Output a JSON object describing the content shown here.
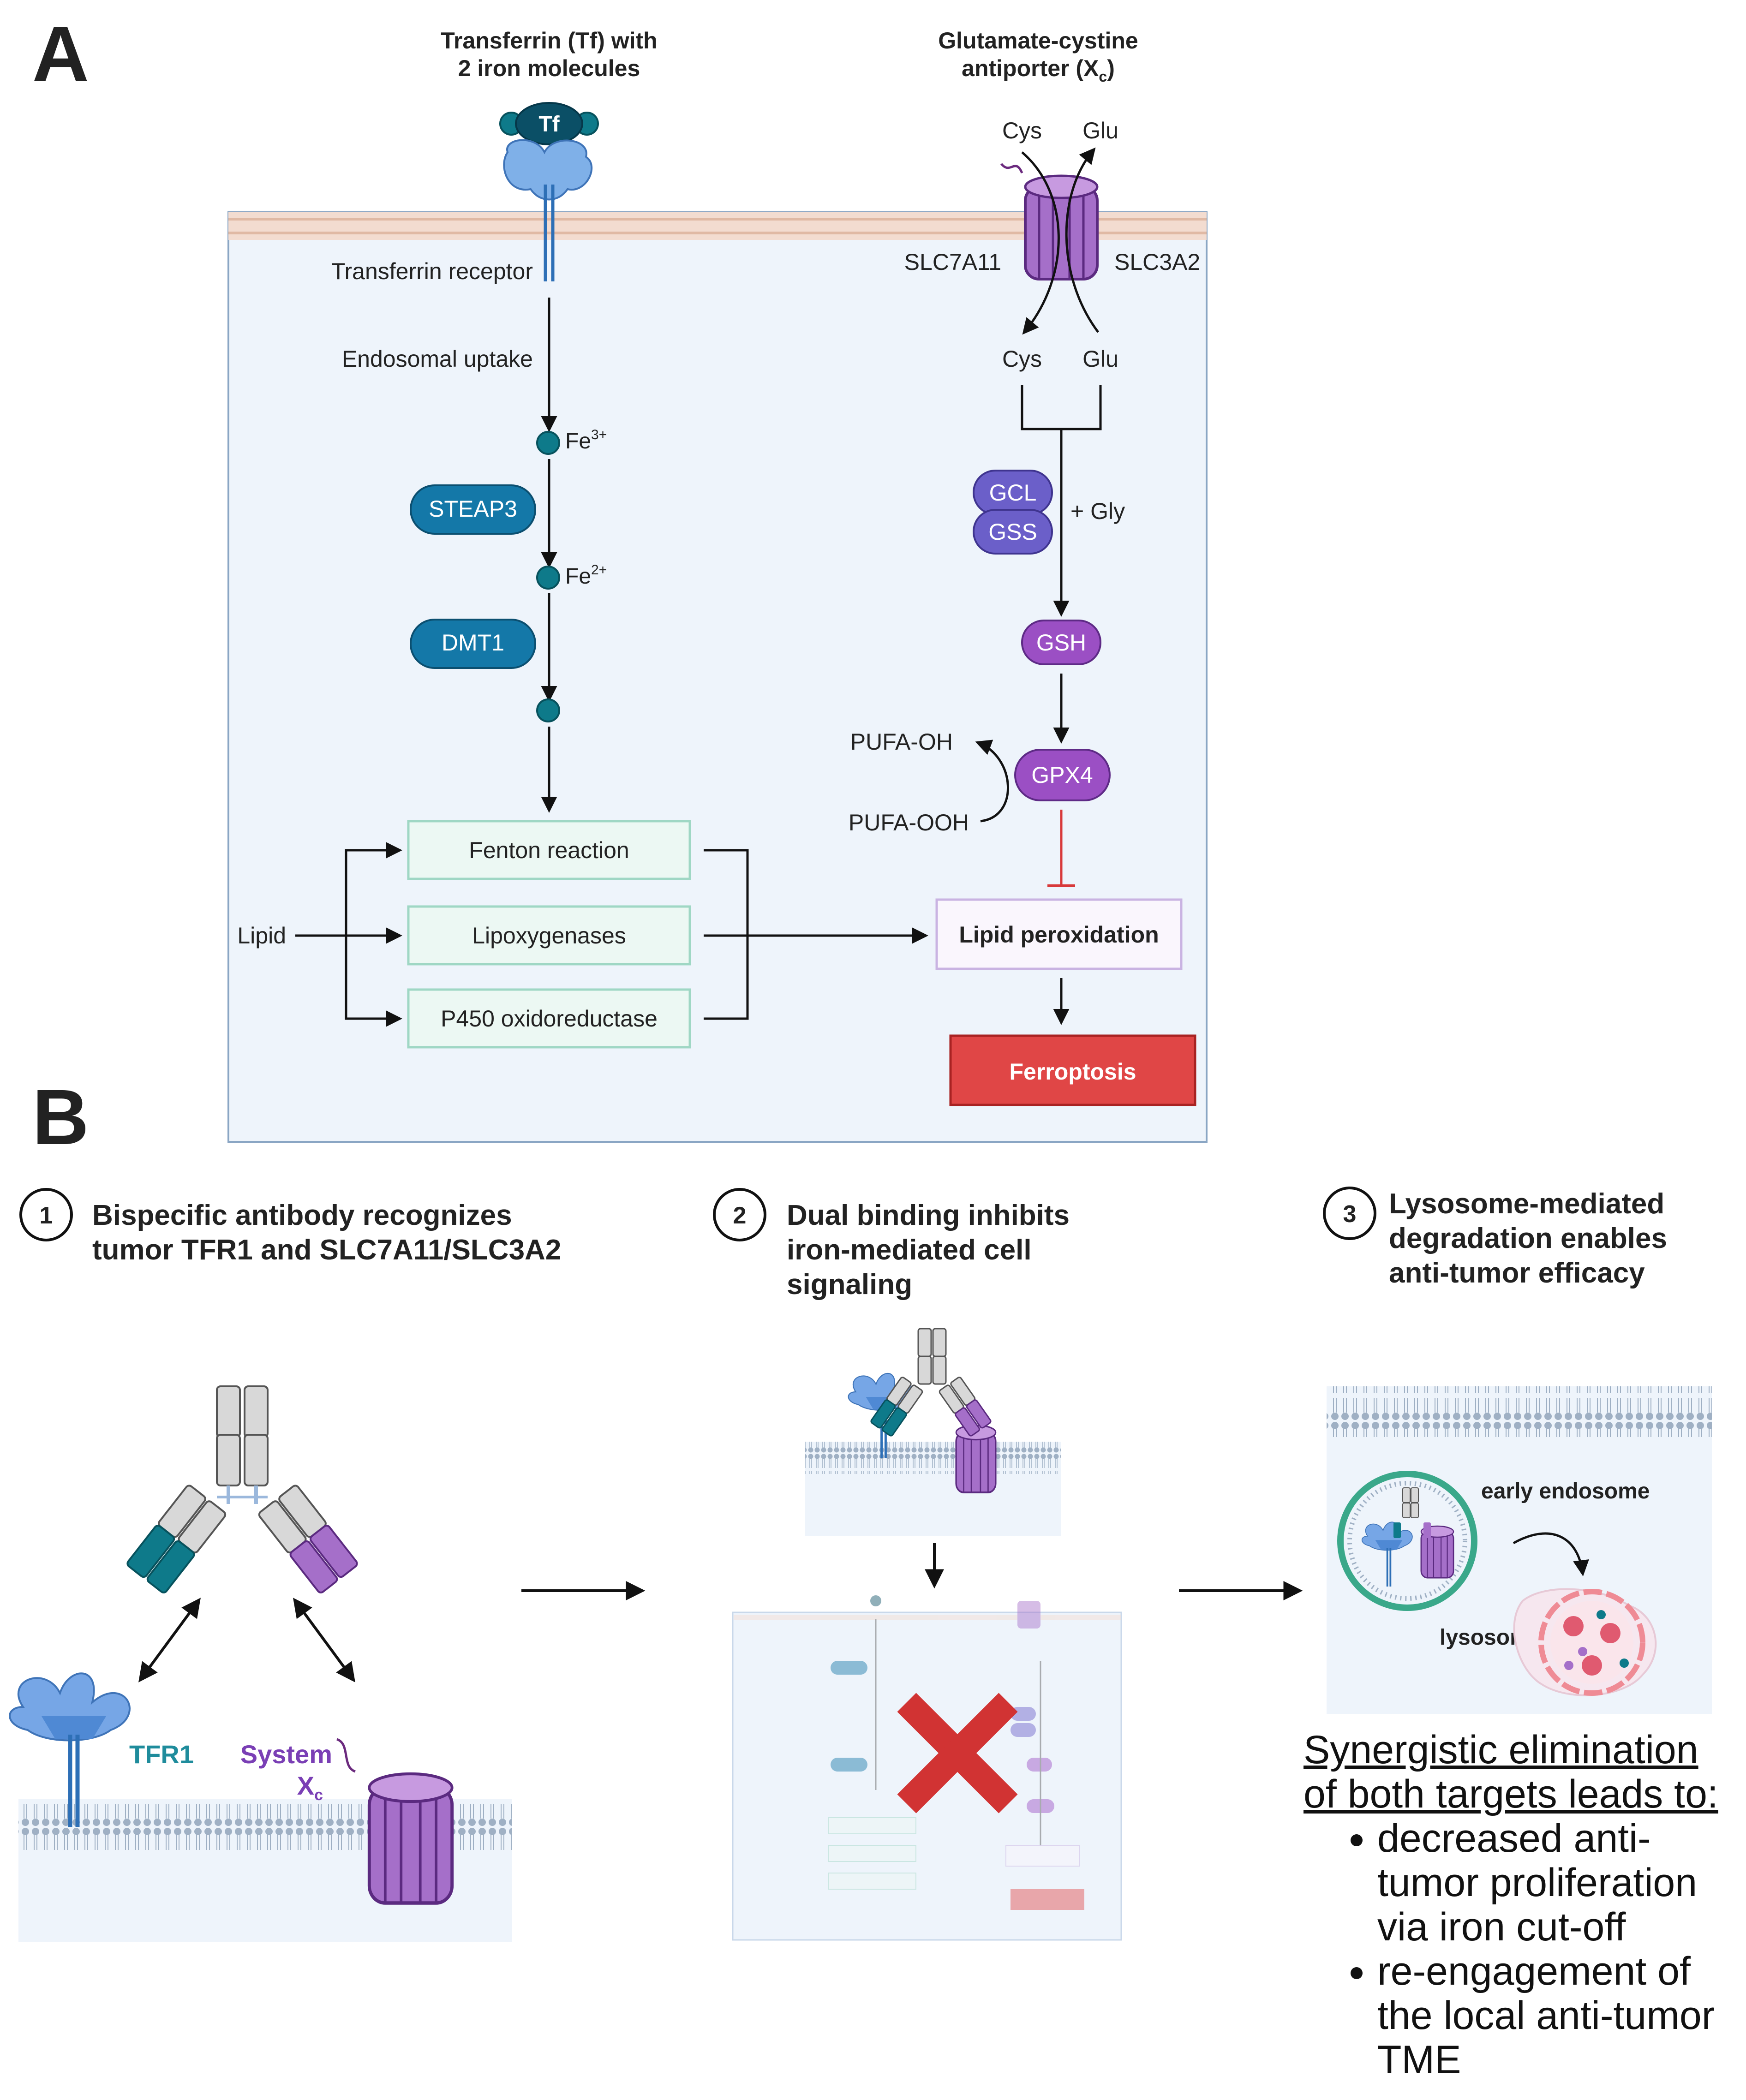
{
  "panelA": {
    "label": "A",
    "tf_title": "Transferrin (Tf) with\n2 iron molecules",
    "tf_badge": "Tf",
    "xc_title_1": "Glutamate-cystine",
    "xc_title_2": "antiporter (X",
    "xc_title_sub": "c",
    "xc_title_3": ")",
    "cys_out": "Cys",
    "glu_out": "Glu",
    "cys_in": "Cys",
    "glu_in": "Glu",
    "slc7a11": "SLC7A11",
    "slc3a2": "SLC3A2",
    "tfr_label": "Transferrin receptor",
    "endosomal": "Endosomal uptake",
    "fe3": "Fe",
    "fe3_sup": "3+",
    "fe2": "Fe",
    "fe2_sup": "2+",
    "steap3": "STEAP3",
    "dmt1": "DMT1",
    "gcl": "GCL",
    "gss": "GSS",
    "gly": "+ Gly",
    "gsh": "GSH",
    "gpx4": "GPX4",
    "pufa_oh": "PUFA-OH",
    "pufa_ooh": "PUFA-OOH",
    "fenton": "Fenton reaction",
    "lipox": "Lipoxygenases",
    "p450": "P450 oxidoreductase",
    "lipid": "Lipid",
    "lipid_perox": "Lipid peroxidation",
    "ferroptosis": "Ferroptosis"
  },
  "panelB": {
    "label": "B",
    "step1_num": "1",
    "step1_line1": "Bispecific antibody recognizes",
    "step1_line2": "tumor TFR1 and SLC7A11/SLC3A2",
    "step2_num": "2",
    "step2_line1": "Dual binding inhibits",
    "step2_line2": "iron-mediated cell",
    "step2_line3": "signaling",
    "step3_num": "3",
    "step3_line1": "Lysosome-mediated",
    "step3_line2": "degradation enables",
    "step3_line3": "anti-tumor efficacy",
    "tfr1": "TFR1",
    "system": "System",
    "xc": "X",
    "xc_sub": "c",
    "early_endosome": "early endosome",
    "lysosome": "lysosome",
    "summary_line1": "Synergistic elimination",
    "summary_line2": "of both targets leads to:",
    "bullets": [
      "decreased anti-tumor proliferation via iron cut-off",
      "re-engagement of the local anti-tumor TME"
    ]
  },
  "colors": {
    "iron_teal": "#0e7a8a",
    "enzyme_blue": "#1478a8",
    "gcl_purple": "#6b5fc9",
    "gsh_purple": "#9b4fc4",
    "ferroptosis_red": "#e04646",
    "cell_bg": "#eef4fb",
    "membrane": "#f3dcd0"
  }
}
